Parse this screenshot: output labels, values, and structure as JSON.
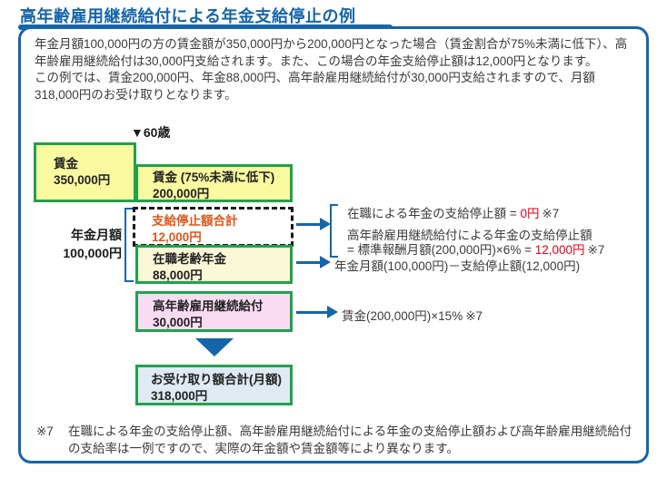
{
  "title": "高年齢雇用継続給付による年金支給停止の例",
  "intro": {
    "para1": "年金月額100,000円の方の賃金額が350,000円から200,000円となった場合（賃金割合が75%未満に低下）、高年齢雇用継続給付は30,000円支給されます。また、この場合の年金支給停止額は12,000円となります。",
    "para2": "この例では、賃金200,000円、年金88,000円、高年齢雇用継続給付が30,000円支給されますので、月額318,000円のお受け取りとなります。"
  },
  "diagram": {
    "age_marker": "▼60歳",
    "wage_before": {
      "label": "賃金",
      "amount": "350,000円"
    },
    "wage_after": {
      "label": "賃金 (75%未満に低下)",
      "amount": "200,000円"
    },
    "pension_monthly": {
      "label": "年金月額",
      "amount": "100,000円"
    },
    "suspension_total": {
      "label": "支給停止額合計",
      "amount": "12,000円"
    },
    "working_pension": {
      "label": "在職老齢年金",
      "amount": "88,000円"
    },
    "continuation_benefit": {
      "label": "高年齢雇用継続給付",
      "amount": "30,000円"
    },
    "total_receive": {
      "label": "お受け取り額合計(月額)",
      "amount": "318,000円"
    },
    "annotations": {
      "working_suspension_pre": "在職による年金の支給停止額 = ",
      "working_suspension_red": "0円",
      "working_suspension_note": "※7",
      "benefit_suspension_line1": "高年齢雇用継続給付による年金の支給停止額",
      "benefit_suspension_line2_pre": "= 標準報酬月額(200,000円)×6% = ",
      "benefit_suspension_line2_red": "12,000円",
      "benefit_suspension_line2_note": "※7",
      "working_pension_calc": "年金月額(100,000円)－支給停止額(12,000円)",
      "benefit_calc": "賃金(200,000円)×15%",
      "benefit_calc_note": "※7"
    }
  },
  "footnote": {
    "marker": "※7",
    "text": "在職による年金の支給停止額、高年齢雇用継続給付による年金の支給停止額および高年齢雇用継続給付の支給率は一例ですので、実際の年金額や賃金額等により異なります。"
  },
  "colors": {
    "accent_blue": "#1565ac",
    "box_border_green": "#1fa24d",
    "highlight_yellow": "#f9f9a0",
    "pale_yellow": "#faf8d7",
    "pink": "#fadcf2",
    "light_blue": "#dfeaf2",
    "orange_text": "#e0551a",
    "red_text": "#e60012"
  }
}
